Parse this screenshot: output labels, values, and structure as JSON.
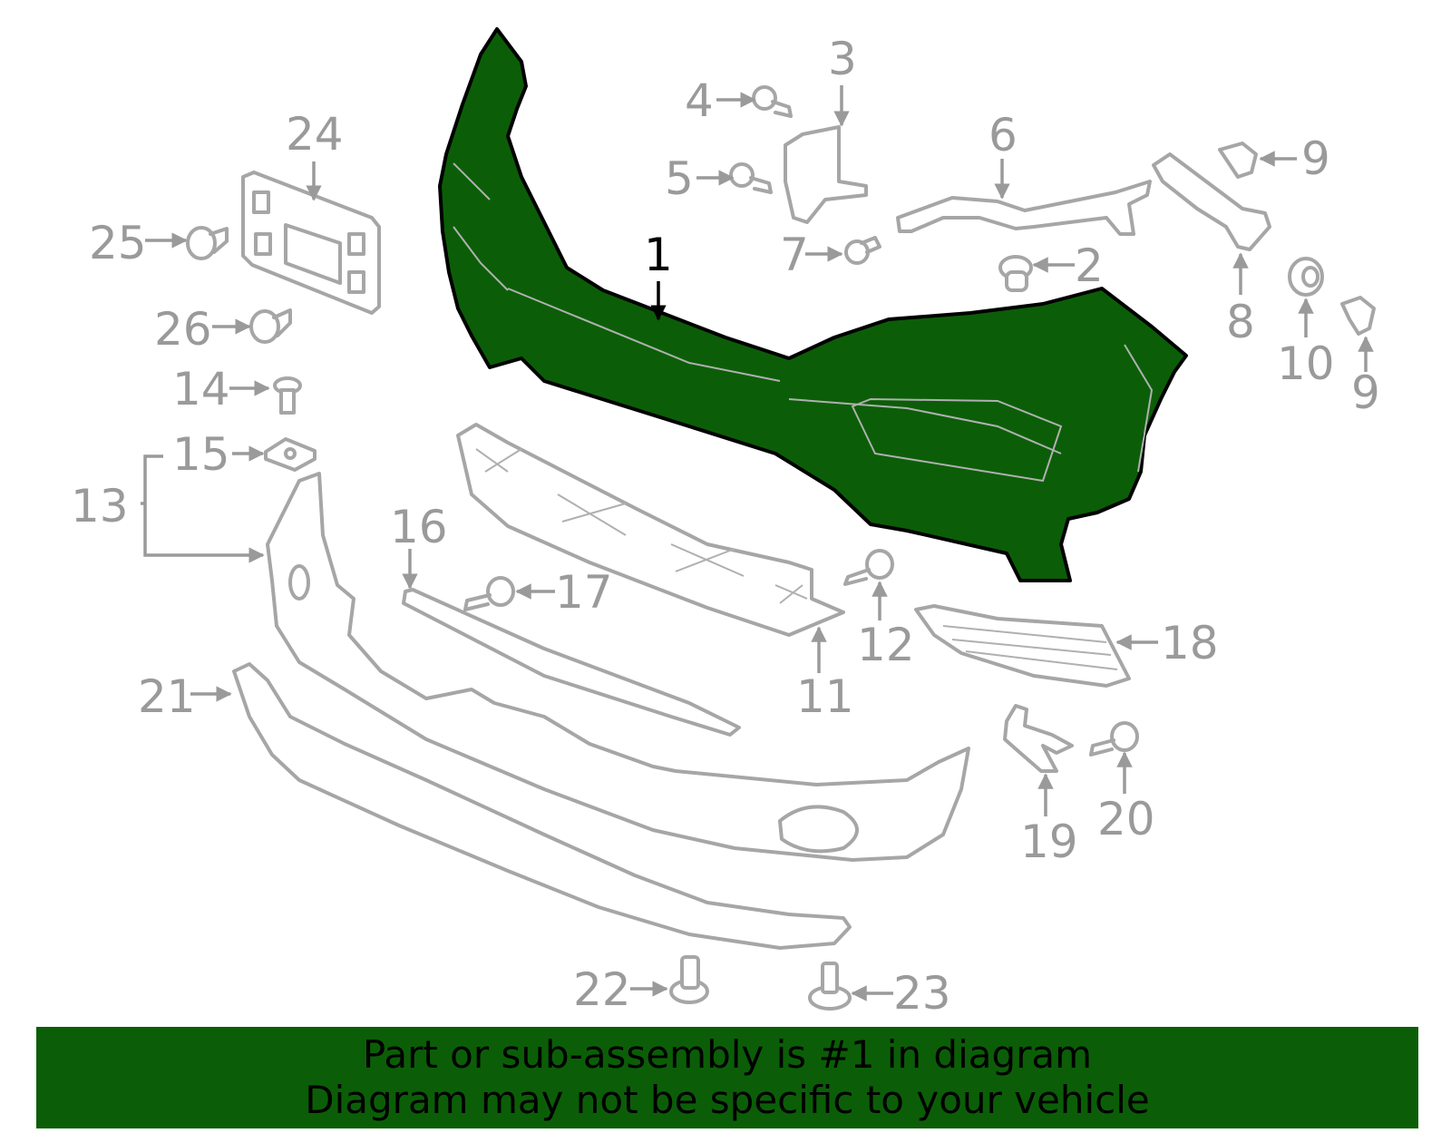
{
  "colors": {
    "highlight": "#0b5e07",
    "outline": "#a6a6a6",
    "callout": "#9a9a9a",
    "banner_bg": "#0b5e07",
    "banner_text": "#000000"
  },
  "callouts": {
    "c1": "1",
    "c2": "2",
    "c3": "3",
    "c4": "4",
    "c5": "5",
    "c6": "6",
    "c7": "7",
    "c8": "8",
    "c9a": "9",
    "c9b": "9",
    "c10": "10",
    "c11": "11",
    "c12": "12",
    "c13": "13",
    "c14": "14",
    "c15": "15",
    "c16": "16",
    "c17": "17",
    "c18": "18",
    "c19": "19",
    "c20": "20",
    "c21": "21",
    "c22": "22",
    "c23": "23",
    "c24": "24",
    "c25": "25",
    "c26": "26"
  },
  "banner": {
    "line1": "Part or sub-assembly is #1 in diagram",
    "line2": "Diagram may not be specific to your vehicle"
  }
}
